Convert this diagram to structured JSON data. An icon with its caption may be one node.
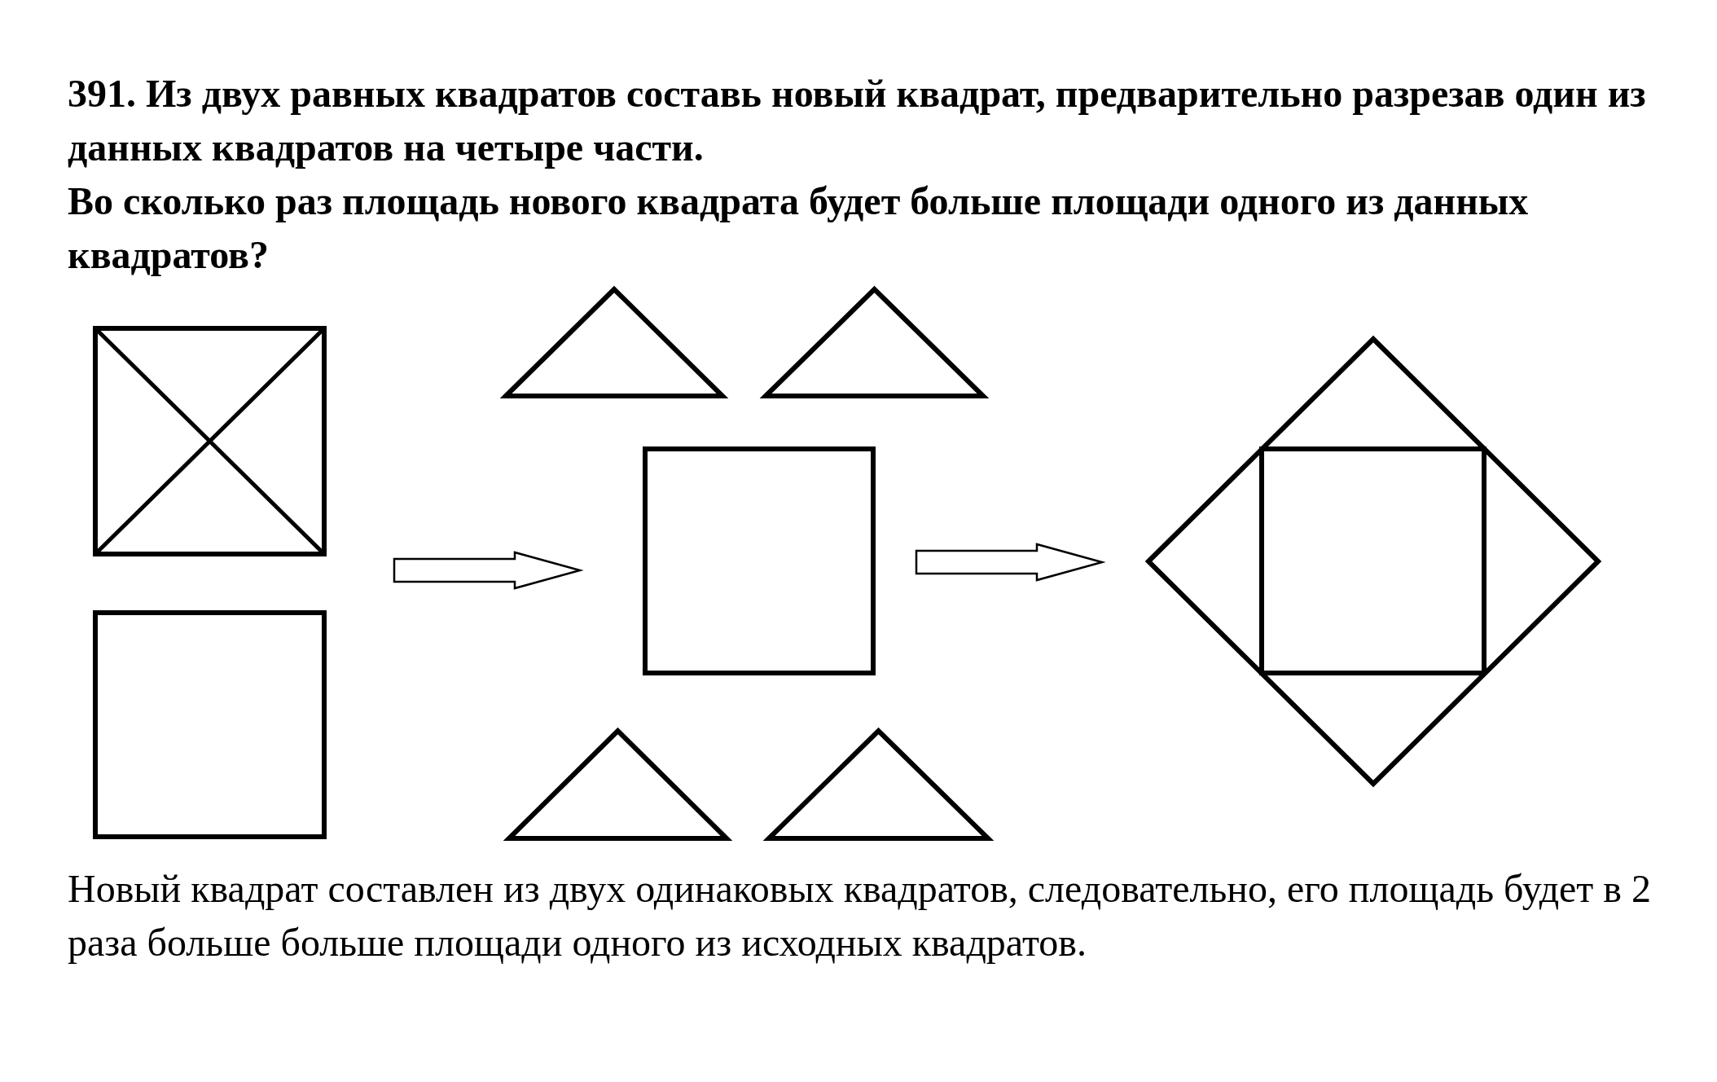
{
  "diagram": {
    "title": "391. Из двух равных квадратов составь новый квадрат, предварительно разрезав один из данных квадратов на четыре части.",
    "nodes": [
      {
        "text": [],
        "shape": "box"
      },
      {
        "text": [],
        "shape": "box"
      },
      {
        "text": [],
        "shape": "triangle"
      },
      {
        "text": [],
        "shape": "triangle"
      },
      {
        "text": [],
        "shape": "box"
      },
      {
        "text": [],
        "shape": "triangle"
      },
      {
        "text": [],
        "shape": "triangle"
      },
      {
        "text": [],
        "shape": "diamond"
      },
      {
        "text": [],
        "shape": "box",
        "in": 7
      }
    ],
    "edges": [
      {
        "from": 0,
        "to": 4,
        "arrow": "to"
      },
      {
        "from": 4,
        "to": 7,
        "arrow": "to"
      }
    ],
    "labels": [
      "Во сколько раз площадь нового квадрата будет больше площади одного из данных квадратов?"
    ],
    "caption": "Новый квадрат составлен из двух одинаковых квадратов, следовательно, его площадь будет в 2 раза больше больше площади одного из исходных квадратов."
  }
}
